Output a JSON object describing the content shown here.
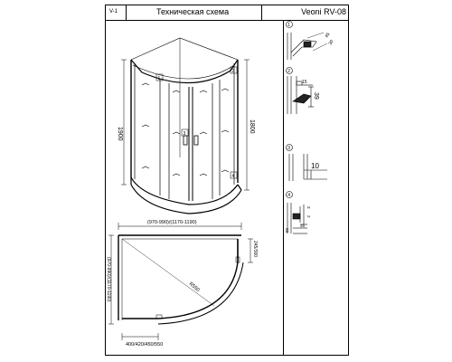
{
  "header": {
    "code": "V-1",
    "title": "Техническая схема",
    "model": "Veoni RV-08"
  },
  "view3d": {
    "height_left": "1900",
    "height_right": "1800",
    "callouts": [
      "1",
      "2",
      "3",
      "4"
    ]
  },
  "plan": {
    "top_dim": "(970-990)/(1170-1190)",
    "left_dim": "(970-990)/(1170-1190)",
    "right_dim": "245/300",
    "radius": "R550",
    "bottom_dim": "400/420/450/550"
  },
  "details": [
    {
      "num": "1",
      "dims": [
        "45",
        "30"
      ]
    },
    {
      "num": "2",
      "dims": [
        "15",
        "39"
      ]
    },
    {
      "num": "3",
      "dims": [
        "10"
      ]
    },
    {
      "num": "4",
      "dims": [
        "3",
        "2",
        "26",
        "55"
      ]
    }
  ]
}
